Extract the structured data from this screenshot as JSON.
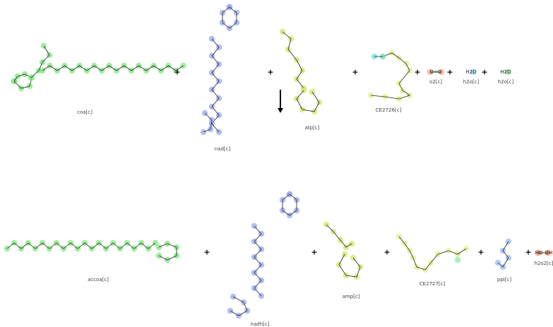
{
  "reaction": {
    "direction": "forward",
    "reactants": [
      {
        "id": "coa[c]",
        "color": "#7ee87e"
      },
      {
        "id": "nad[c]",
        "color": "#9aa8f0"
      },
      {
        "id": "atp[c]",
        "color": "#c9e86a"
      },
      {
        "id": "CE2726[c]",
        "color": "#e4ef8a"
      },
      {
        "id": "o2[c]",
        "color": "#f5a58a",
        "formula": "O=O"
      },
      {
        "id": "h2o[c]",
        "color": "#8fd3f0",
        "formula": "H2O"
      },
      {
        "id": "h2o[c]",
        "color": "#8ee89a",
        "formula": "H2O"
      }
    ],
    "products": [
      {
        "id": "accoa[c]",
        "color": "#7ee87e"
      },
      {
        "id": "nadh[c]",
        "color": "#9aa8f0"
      },
      {
        "id": "amp[c]",
        "color": "#c9e86a"
      },
      {
        "id": "CE2727[c]",
        "color": "#e4ef8a"
      },
      {
        "id": "ppi[c]",
        "color": "#9ab8f5"
      },
      {
        "id": "h2o2[c]",
        "color": "#f5876a",
        "formula": "HO-OH"
      }
    ],
    "plus": "+"
  }
}
